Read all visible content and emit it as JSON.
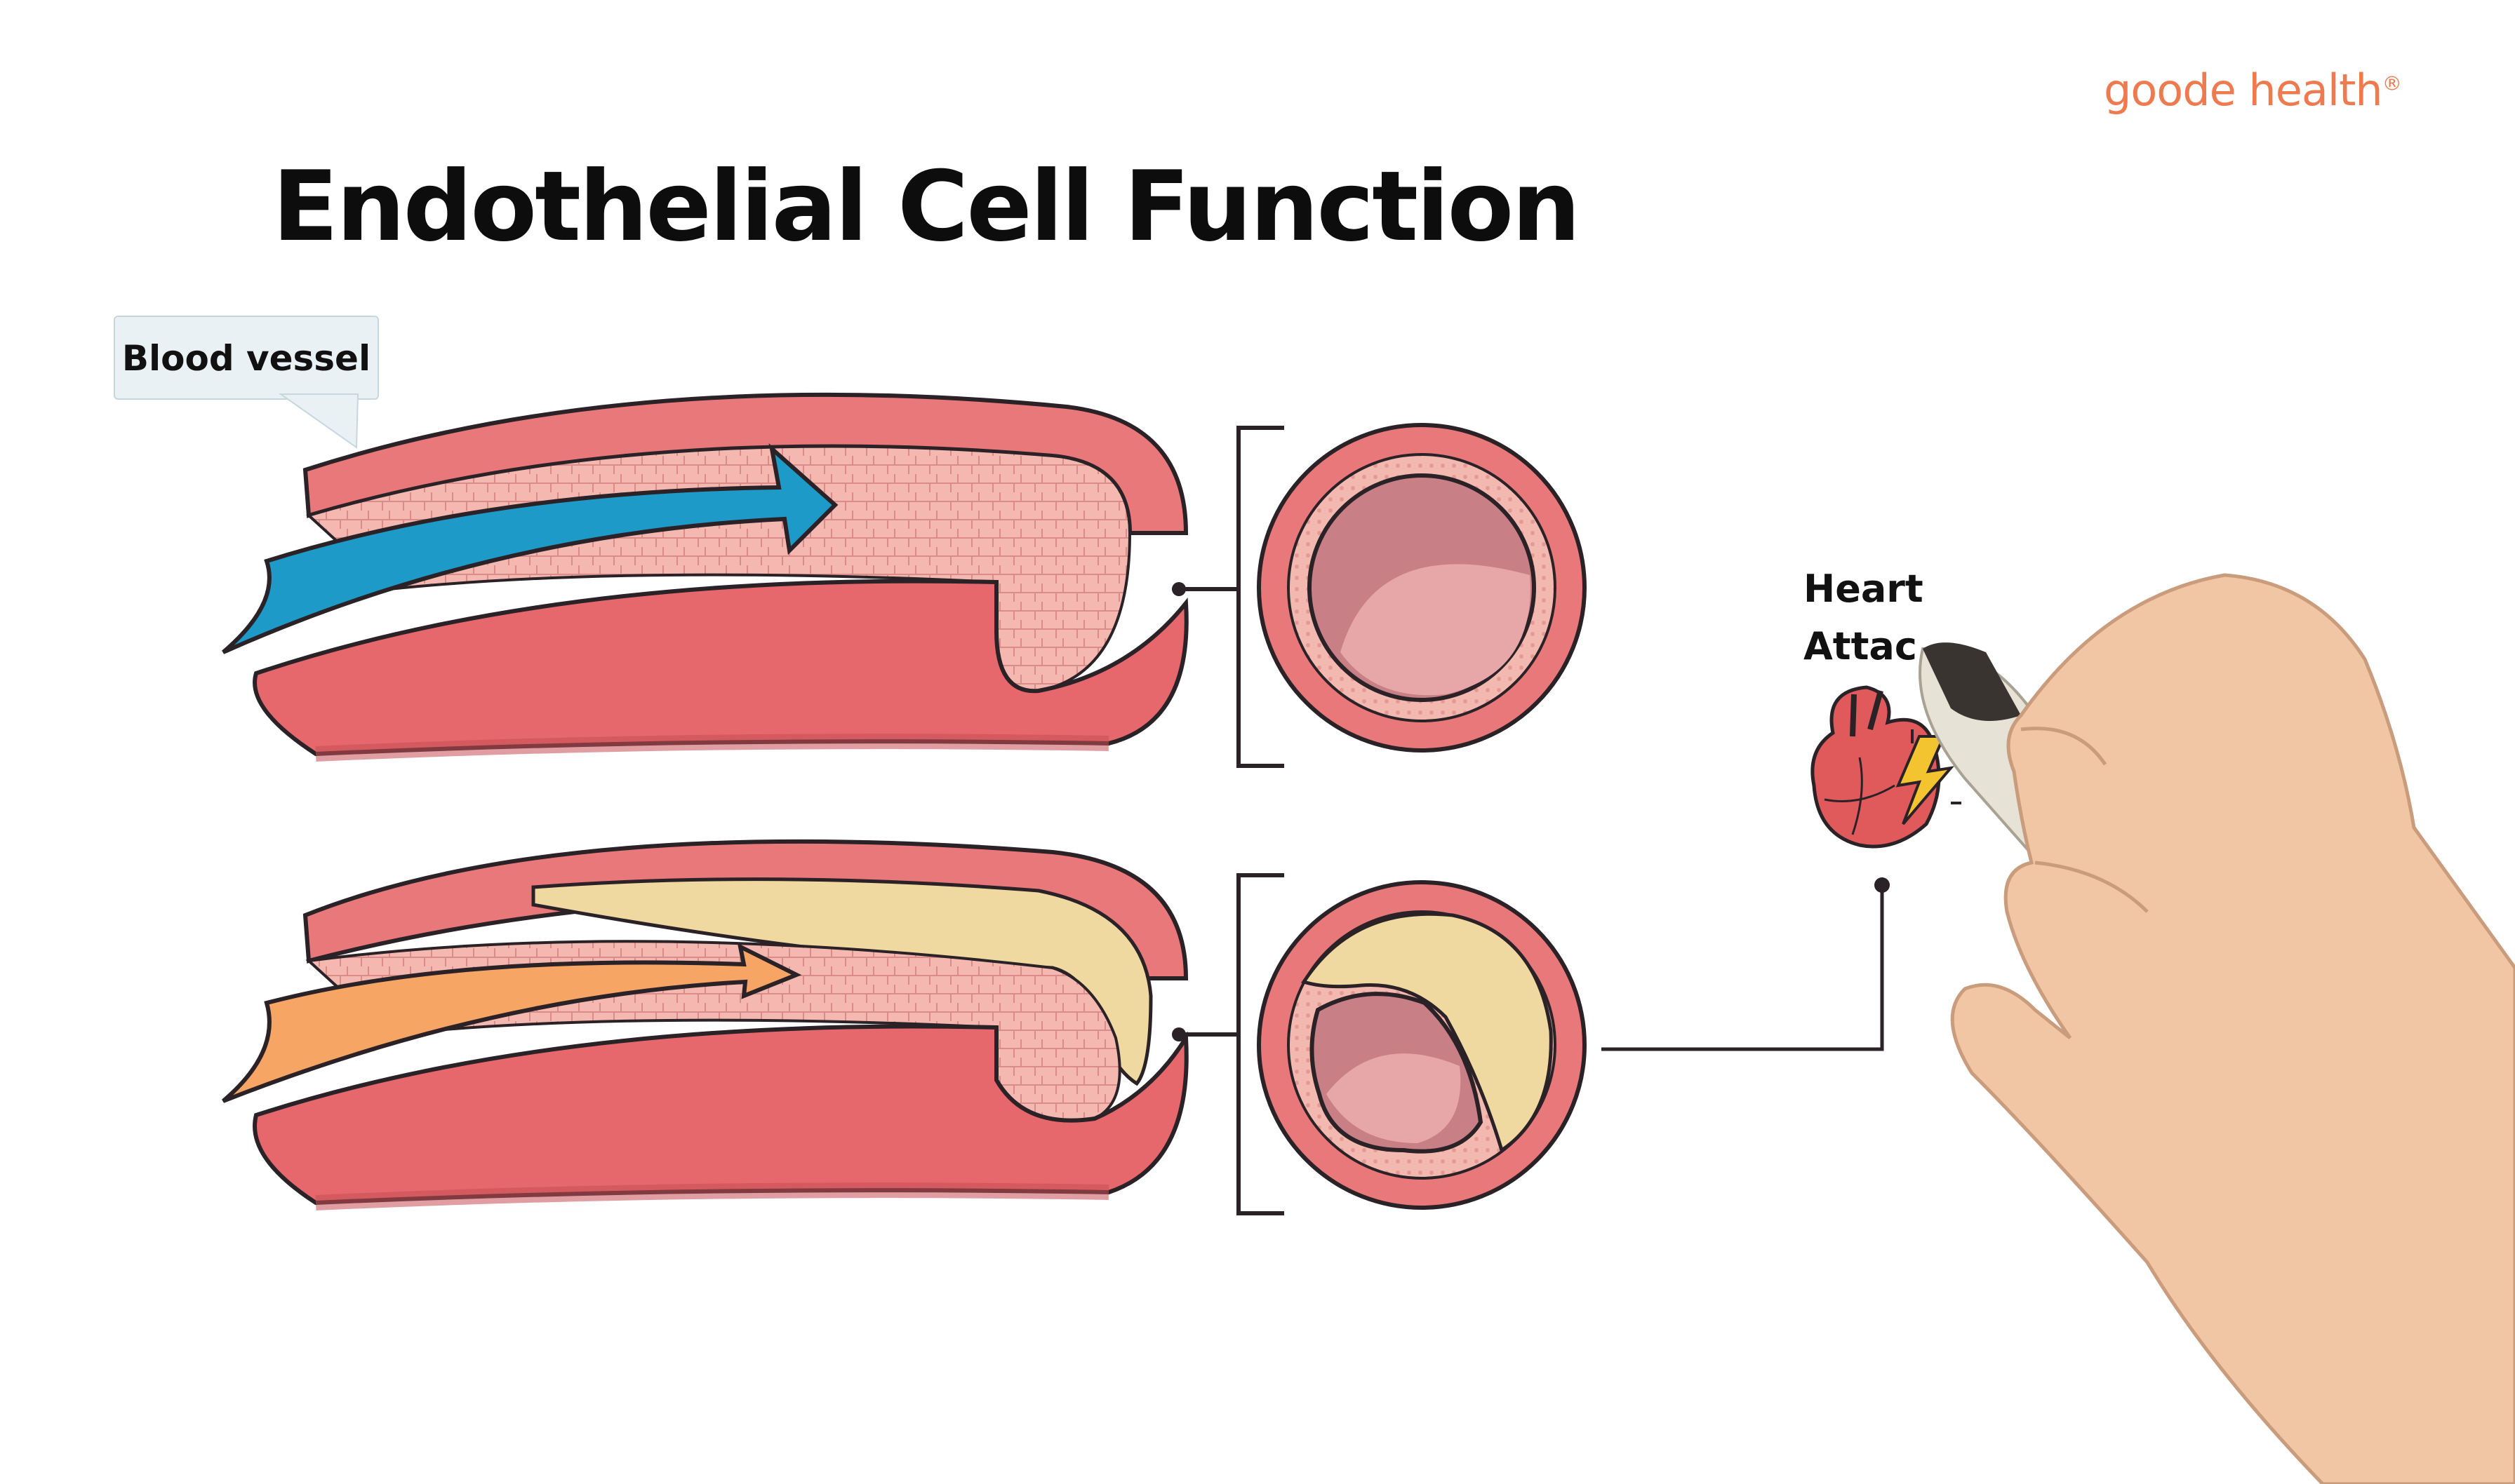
{
  "title": "Endothelial Cell Function",
  "brand": {
    "name": "goode health",
    "mark": "®",
    "color": "#ee7b4f"
  },
  "callout": {
    "label": "Blood vessel"
  },
  "outcome": {
    "line1": "Heart",
    "line2": "Attac"
  },
  "colors": {
    "vessel_wall": "#e9787a",
    "vessel_light": "#f2a9a4",
    "vessel_lumen": "#f5c3bd",
    "plaque": "#efd9a0",
    "healthy_flow": "#1e9ac8",
    "restricted_flow": "#f7a565",
    "outline": "#2a2226"
  },
  "icons": [
    "heart-icon",
    "lightning-icon",
    "hand-with-marker"
  ]
}
